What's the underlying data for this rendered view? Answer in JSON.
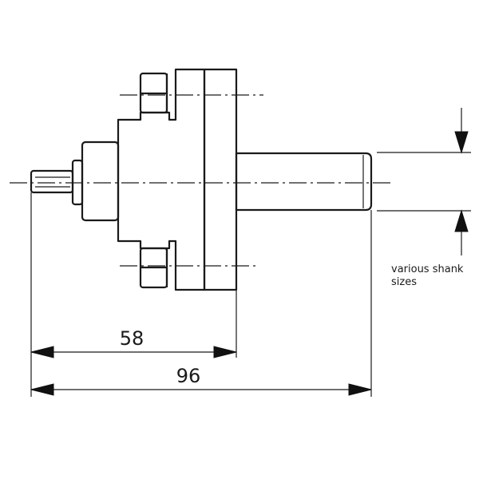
{
  "dimensions": {
    "inner_length": "58",
    "overall_length": "96"
  },
  "annotation": {
    "line1": "various shank",
    "line2": "sizes"
  },
  "colors": {
    "ink": "#1a1a1a",
    "paper": "#ffffff"
  }
}
